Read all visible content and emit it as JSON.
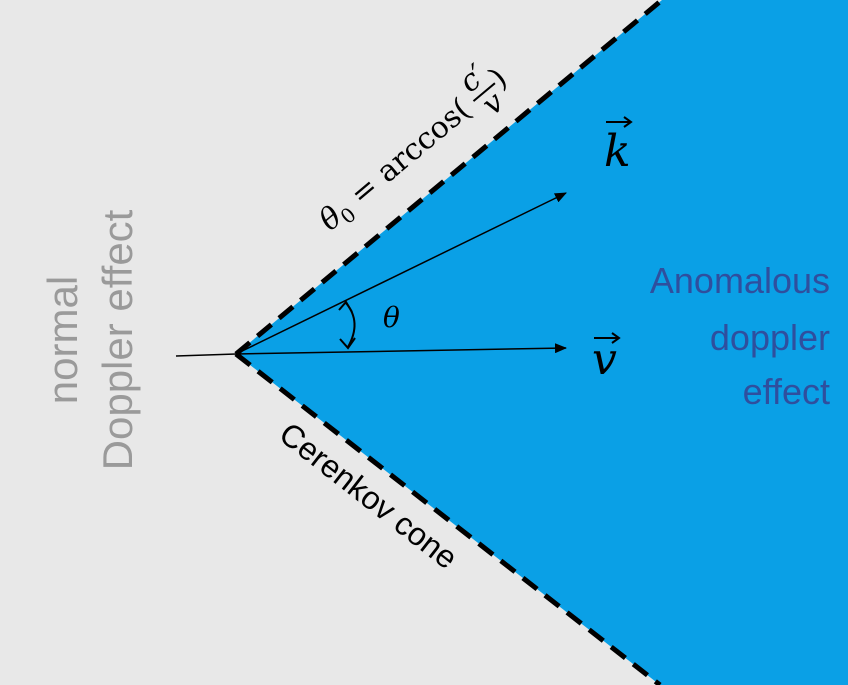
{
  "labels": {
    "normal_line1": "normal",
    "normal_line2": "Doppler effect",
    "anomalous_line1": "Anomalous",
    "anomalous_line2": "doppler",
    "anomalous_line3": "effect",
    "k_vector": "k",
    "v_vector": "v",
    "theta": "θ",
    "cone_label": "Cerenkov cone",
    "formula_lhs": "θ",
    "formula_sub": "0",
    "formula_rhs": " = arccos(",
    "formula_num": "c′",
    "formula_den": "v",
    "formula_close": ")"
  },
  "colors": {
    "background": "#e8e8e8",
    "cone_fill": "#0aa0e6",
    "anomalous_text": "#2f4f9e",
    "normal_text": "#9a9a9a",
    "lines": "#000000"
  }
}
